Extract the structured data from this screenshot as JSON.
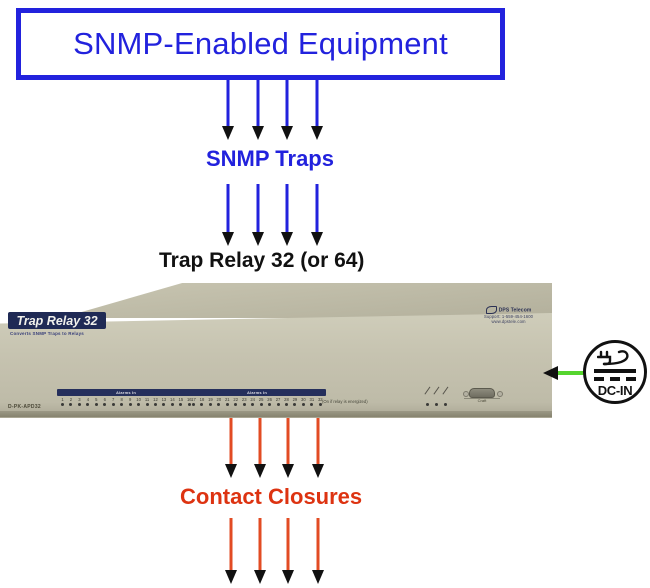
{
  "diagram": {
    "title_box": {
      "label": "SNMP-Enabled Equipment",
      "border_color": "#2222dd",
      "text_color": "#2222dd"
    },
    "captions": {
      "snmp_traps": "SNMP Traps",
      "trap_relay": "Trap Relay 32 (or 64)",
      "contact_closures": "Contact Closures"
    },
    "colors": {
      "blue": "#2222dd",
      "red": "#dd3311",
      "arrow_shaft_red": "#e24b23",
      "green": "#55d52e",
      "black": "#111111",
      "chassis": "#c6c3b0"
    },
    "arrows": {
      "top_group_count": 4,
      "mid_group_count": 4,
      "lower_group_count": 4,
      "bottom_group_count": 4,
      "power_arrow_direction": "left"
    }
  },
  "device": {
    "badge_title": "Trap Relay 32",
    "badge_subtitle": "Converts SNMP Traps to Relays",
    "model_number": "D-PK-APD32",
    "vendor": {
      "name": "DPS Telecom",
      "support": "Support: 1-559-454-1600",
      "website": "www.dpstele.com"
    },
    "alarm_banks": [
      {
        "label": "Alarms In",
        "numbers": [
          "1",
          "2",
          "3",
          "4",
          "5",
          "6",
          "7",
          "8",
          "9",
          "10",
          "11",
          "12",
          "13",
          "14",
          "15",
          "16"
        ]
      },
      {
        "label": "Alarms In",
        "numbers": [
          "17",
          "18",
          "19",
          "20",
          "21",
          "22",
          "23",
          "24",
          "25",
          "26",
          "27",
          "28",
          "29",
          "30",
          "31",
          "32"
        ]
      }
    ],
    "relay_note": "(On if relay is energized)",
    "craft_port_label": "Craft"
  },
  "power_icon": {
    "label": "DC-IN",
    "symbol": "power-plug"
  }
}
